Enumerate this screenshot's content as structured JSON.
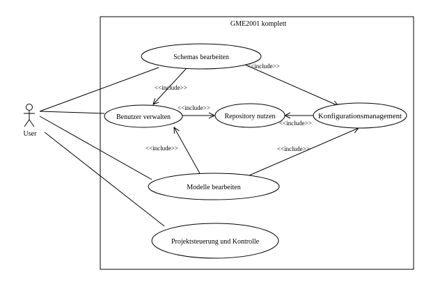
{
  "system": {
    "title": "GME2001 komplett"
  },
  "actor": {
    "name": "User"
  },
  "use_cases": {
    "schemas": "Schemas bearbeiten",
    "benutzer": "Benutzer verwalten",
    "repository": "Repository nutzen",
    "konfig": "Konfigurationsmanagement",
    "modelle": "Modelle bearbeiten",
    "projekt": "Projektsteuerung und Kontrolle"
  },
  "relationships": {
    "schemas_benutzer": "<<include>>",
    "schemas_konfig": "<<include>>",
    "benutzer_repository": "<<include>>",
    "konfig_repository": "<<include>>",
    "modelle_benutzer": "<<include>>",
    "modelle_konfig": "<<include>>"
  },
  "colors": {
    "stroke": "#000000",
    "background": "#ffffff"
  }
}
